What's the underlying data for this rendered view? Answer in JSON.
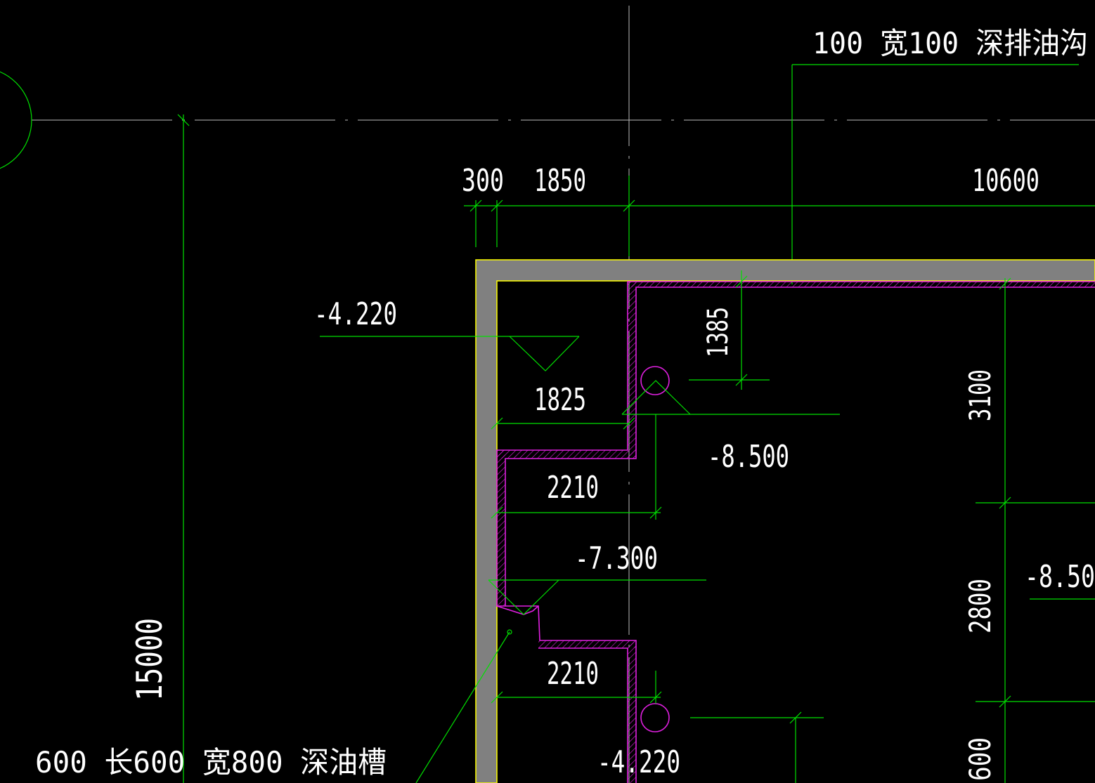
{
  "note_top": "100  宽100  深排油沟",
  "note_bottom": "600  长600  宽800  深油槽",
  "dims": {
    "d300": "300",
    "d1850": "1850",
    "d10600": "10600",
    "d15000": "15000",
    "d1385": "1385",
    "d1825": "1825",
    "d2210a": "2210",
    "d2210b": "2210",
    "d3100": "3100",
    "d2800": "2800",
    "d600": "600"
  },
  "levels": {
    "l4220a": "-4.220",
    "l8500a": "-8.500",
    "l7300": "-7.300",
    "l8500b": "-8.50",
    "l4220b": "-4.220"
  },
  "colors": {
    "background": "#000000",
    "dimension_line": "#00e000",
    "wall_fill": "#808080",
    "wall_edge": "#ffff00",
    "pit_outline": "#e020e0",
    "axis_line": "#bbbbbb",
    "text": "#ffffff"
  }
}
